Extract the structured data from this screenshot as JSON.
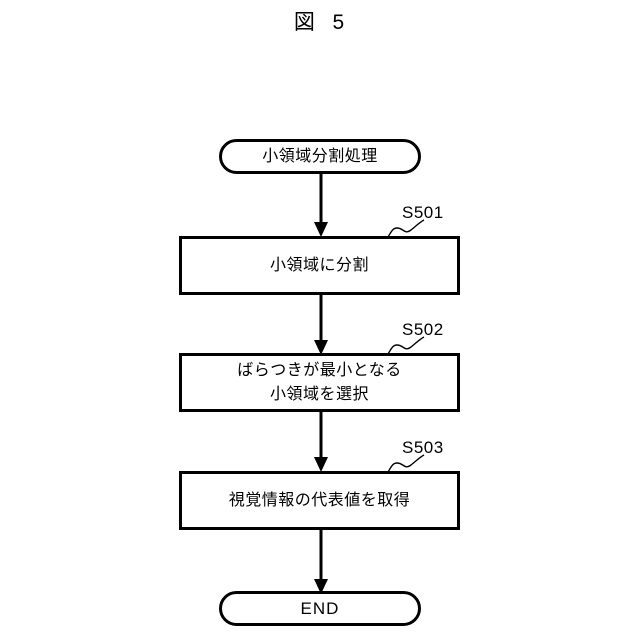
{
  "figure": {
    "title": "図  5"
  },
  "flowchart": {
    "start": {
      "label": "小領域分割処理",
      "shape": "stadium"
    },
    "steps": [
      {
        "ref": "S501",
        "label": "小領域に分割",
        "shape": "rectangle"
      },
      {
        "ref": "S502",
        "label": "ばらつきが最小となる\n小領域を選択",
        "shape": "rectangle"
      },
      {
        "ref": "S503",
        "label": "視覚情報の代表値を取得",
        "shape": "rectangle"
      }
    ],
    "end": {
      "label": "END",
      "shape": "stadium"
    },
    "colors": {
      "stroke": "#000000",
      "fill": "#ffffff",
      "background": "#ffffff"
    }
  }
}
